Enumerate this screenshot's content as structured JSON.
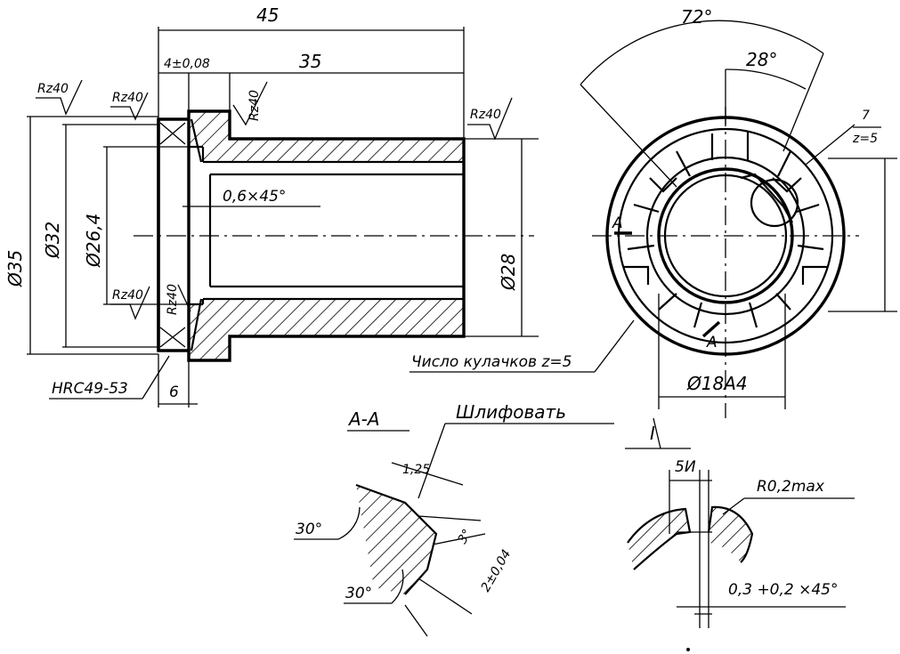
{
  "labels": {
    "dim_45": "45",
    "dim_4": "4±0,08",
    "dim_35_top": "35",
    "dim_35_left": "Ø35",
    "dim_32": "Ø32",
    "dim_26": "Ø26,4",
    "dim_28": "Ø28",
    "dim_6": "6",
    "chamfer": "0,6×45°",
    "rz_left": "Rz40",
    "rz_1": "Rz40",
    "rz_2": "Rz40",
    "rz_right": "Rz40",
    "rz_3": "Rz40",
    "rz_4": "Rz40",
    "hrc": "HRC49-53",
    "angle_72": "72°",
    "angle_28": "28°",
    "t_top": "7",
    "t_bottom": "z=5",
    "cams": "Число кулачков z=5",
    "bore": "Ø18A4",
    "sec_a_left": "A",
    "sec_a_bottom": "A",
    "section_title": "A-A",
    "grind": "Шлифовать",
    "r125": "1,25",
    "angle30_top": "30°",
    "angle30_bottom": "30°",
    "dim_37": "3°",
    "dim_2": "2±0,04",
    "detail": "I",
    "detail_5": "5И",
    "radius": "R0,2max",
    "chamfer2": "0,3 +0,2 ×45°"
  }
}
